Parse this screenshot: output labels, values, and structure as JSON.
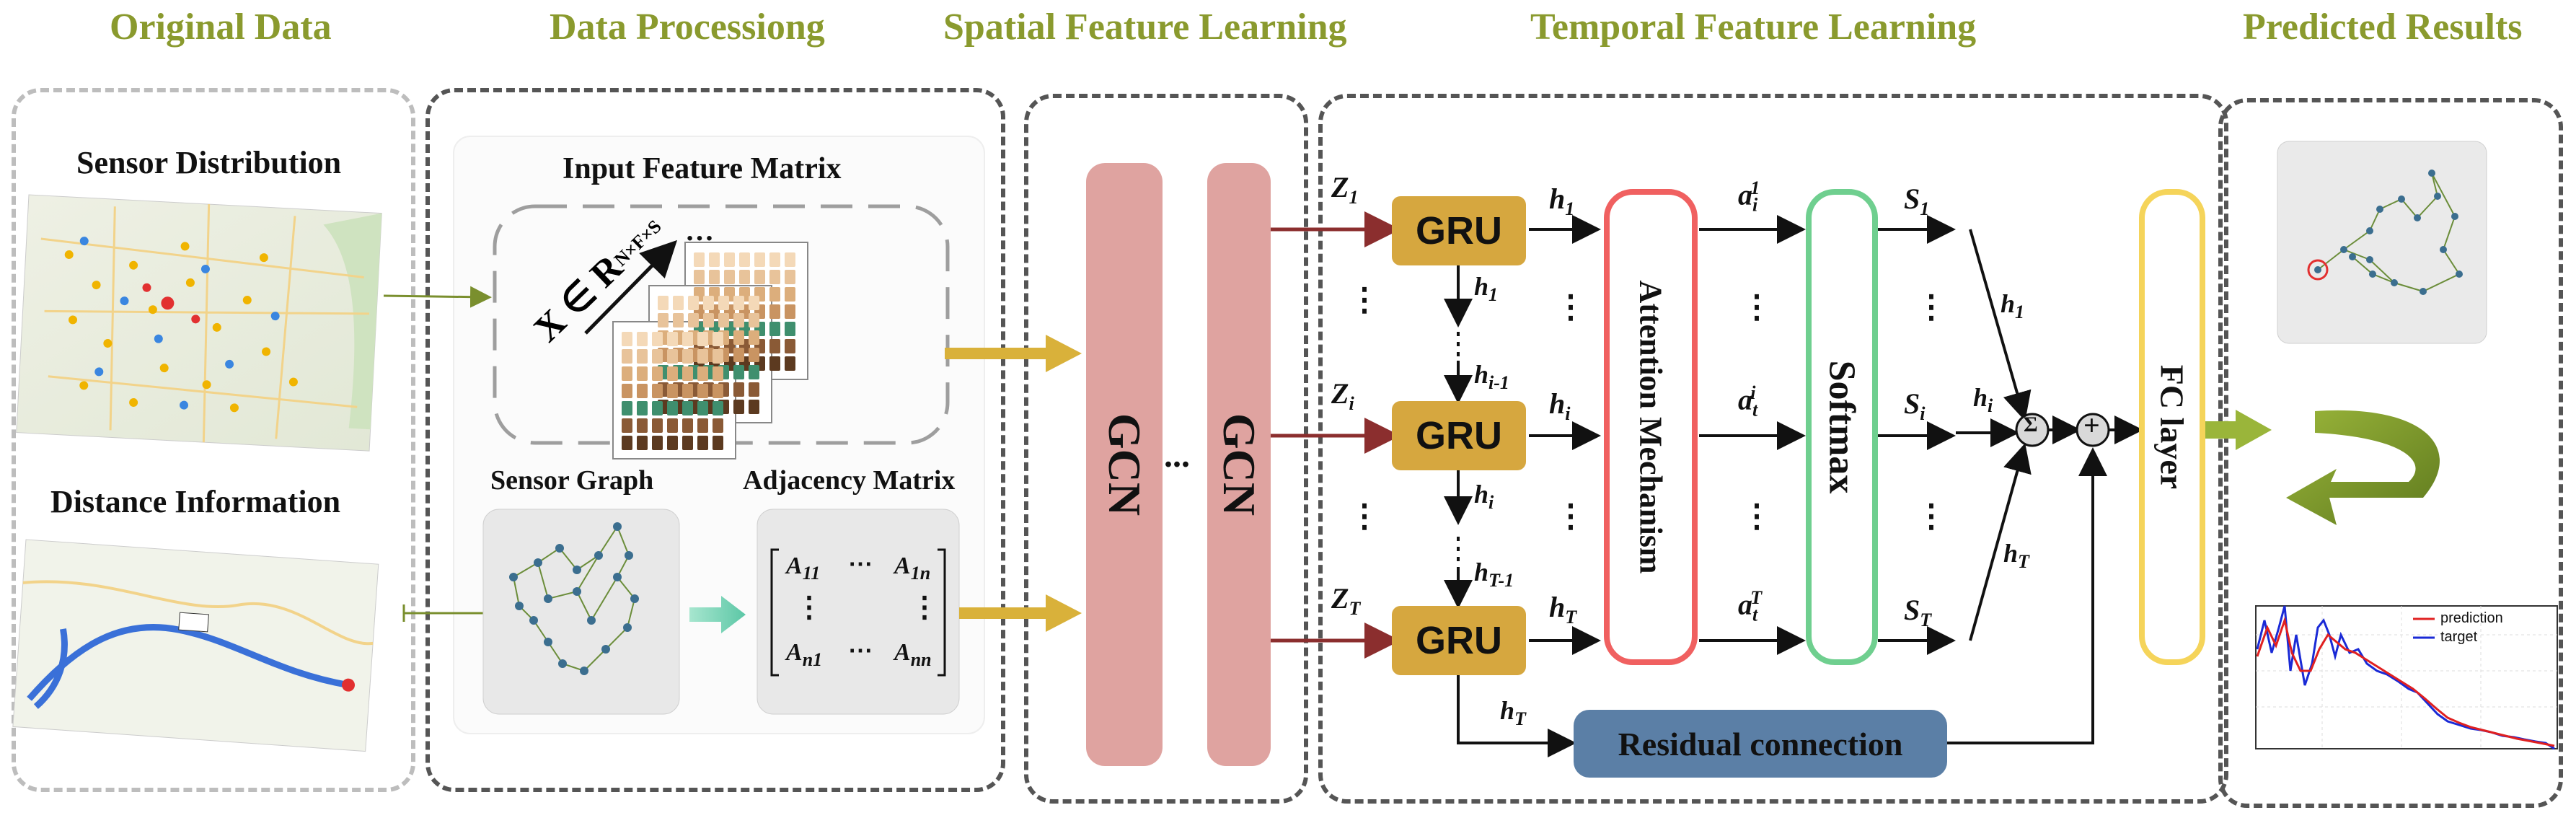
{
  "stages": {
    "original": "Original Data",
    "processing": "Data Processiong",
    "spatial": "Spatial Feature Learning",
    "temporal": "Temporal Feature Learning",
    "predicted": "Predicted Results"
  },
  "original_data": {
    "sensor_distribution": "Sensor Distribution",
    "distance_information": "Distance Information"
  },
  "processing": {
    "input_feature_matrix": "Input Feature Matrix",
    "tensor_formula": "X ∈ R",
    "tensor_dims": "N×F×S",
    "sensor_graph": "Sensor Graph",
    "adjacency_matrix": "Adjacency Matrix",
    "matrix": {
      "a11": "A",
      "a11_sub": "11",
      "a1n": "A",
      "a1n_sub": "1n",
      "an1": "A",
      "an1_sub": "n1",
      "ann": "A",
      "ann_sub": "nn",
      "cdots": "⋯",
      "vdots": "⋮"
    }
  },
  "spatial": {
    "gcn_label": "GCN",
    "ellipsis": "..."
  },
  "temporal": {
    "gru_label": "GRU",
    "inputs": [
      {
        "sym": "Z",
        "sub": "1"
      },
      {
        "sym": "Z",
        "sub": "i"
      },
      {
        "sym": "Z",
        "sub": "T"
      }
    ],
    "hidden_out": [
      {
        "sym": "h",
        "sub": "1"
      },
      {
        "sym": "h",
        "sub": "i"
      },
      {
        "sym": "h",
        "sub": "T"
      }
    ],
    "chain": [
      {
        "sym": "h",
        "sub": "1"
      },
      {
        "sym": "h",
        "sub": "i-1"
      },
      {
        "sym": "h",
        "sub": "i"
      },
      {
        "sym": "h",
        "sub": "T-1"
      }
    ],
    "attention": "Attention Mechanism",
    "scores": [
      {
        "sym": "a",
        "sub": "i",
        "sup": "1"
      },
      {
        "sym": "a",
        "sub": "t",
        "sup": "i"
      },
      {
        "sym": "a",
        "sub": "t",
        "sup": "T"
      }
    ],
    "softmax": "Softmax",
    "weights": [
      {
        "sym": "S",
        "sub": "1"
      },
      {
        "sym": "S",
        "sub": "i"
      },
      {
        "sym": "S",
        "sub": "T"
      }
    ],
    "agg_inputs": [
      {
        "sym": "h",
        "sub": "1"
      },
      {
        "sym": "h",
        "sub": "i"
      },
      {
        "sym": "h",
        "sub": "T"
      }
    ],
    "residual_input": {
      "sym": "h",
      "sub": "T"
    },
    "sum_symbol": "Σ",
    "plus_symbol": "+",
    "residual": "Residual connection",
    "fc": "FC layer",
    "vdots": "⋮"
  },
  "results": {
    "legend_prediction": "prediction",
    "legend_target": "target",
    "prediction_color": "#e02020",
    "target_color": "#1a2ad6"
  },
  "colors": {
    "title": "#8a9a2e",
    "gcn": "#dfa3a0",
    "gru": "#d6a73f",
    "attention_border": "#f06060",
    "softmax_border": "#6fcf8f",
    "fc_border": "#f5d45a",
    "residual": "#5b7fa6",
    "flow_arrow": "#d9b13a",
    "input_arrow": "#8b2e2e"
  }
}
